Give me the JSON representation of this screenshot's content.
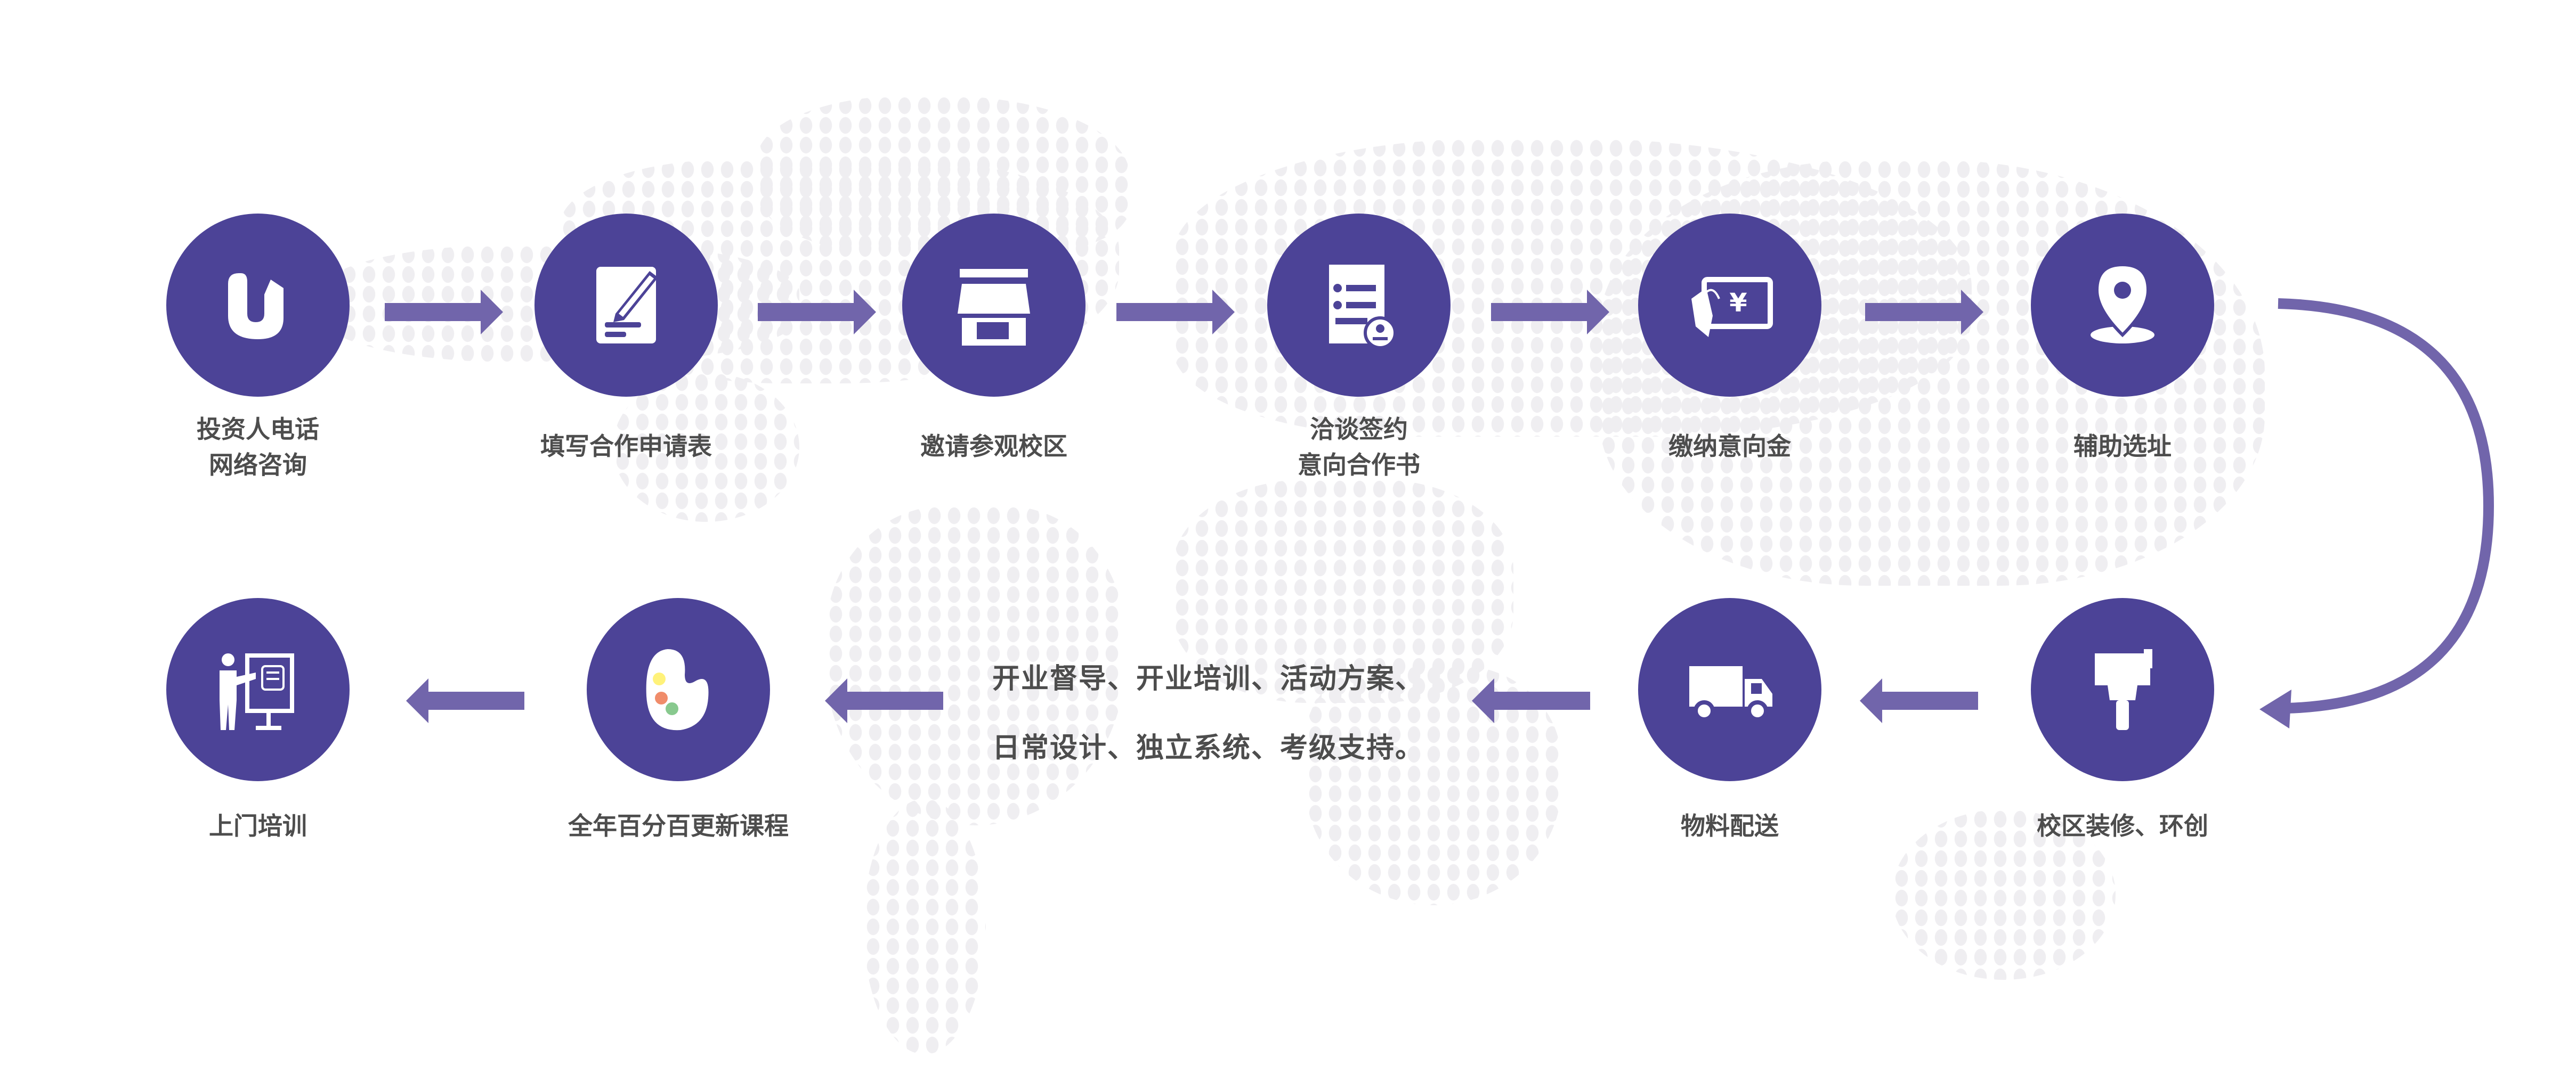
{
  "steps_top": [
    {
      "icon": "brand-u-icon",
      "line1": "投资人电话",
      "line2": "网络咨询"
    },
    {
      "icon": "application-form-icon",
      "line1": "填写合作申请表",
      "line2": ""
    },
    {
      "icon": "storefront-icon",
      "line1": "邀请参观校区",
      "line2": ""
    },
    {
      "icon": "contract-icon",
      "line1": "洽谈签约",
      "line2": "意向合作书"
    },
    {
      "icon": "deposit-payment-icon",
      "line1": "缴纳意向金",
      "line2": ""
    },
    {
      "icon": "location-pin-icon",
      "line1": "辅助选址",
      "line2": ""
    }
  ],
  "steps_bottom": [
    {
      "icon": "renovation-brush-icon",
      "label": "校区装修、环创"
    },
    {
      "icon": "delivery-truck-icon",
      "label": "物料配送"
    },
    {
      "icon": "paint-palette-icon",
      "label": "全年百分百更新课程"
    },
    {
      "icon": "trainer-presentation-icon",
      "label": "上门培训"
    }
  ],
  "support_text": {
    "line1": "开业督导、开业培训、活动方案、",
    "line2": "日常设计、独立系统、考级支持。"
  },
  "colors": {
    "circle": "#4c4397",
    "arrow": "#7165ab",
    "text": "#4d4d4d",
    "map_dots": "#efeef1"
  }
}
